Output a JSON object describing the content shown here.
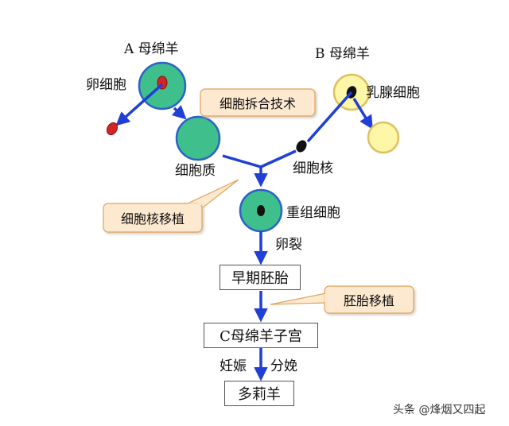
{
  "labels": {
    "sheep_a": "A 母绵羊",
    "sheep_b": "B 母绵羊",
    "egg_cell": "卵细胞",
    "mammary_cell": "乳腺细胞",
    "cytoplasm": "细胞质",
    "nucleus": "细胞核",
    "recombinant_cell": "重组细胞",
    "cleavage": "卵裂",
    "gestation": "妊娠",
    "delivery": "分娩"
  },
  "notes": {
    "cell_fusion": "细胞拆合技术",
    "nuclear_transfer": "细胞核移植",
    "embryo_transfer": "胚胎移植"
  },
  "boxes": {
    "early_embryo": "早期胚胎",
    "uterus": "C母绵羊子宫",
    "dolly": "多莉羊"
  },
  "watermark": "头条 @烽烟又四起",
  "colors": {
    "cell_green": "#3fbf8c",
    "cell_blue_ring": "#2a62c9",
    "yellow_cell": "#fff7a8",
    "arrow_blue": "#1f3fd6",
    "nucleus_red": "#d42424",
    "note_fill": "#fde9cf",
    "note_border": "#e0a25a"
  }
}
